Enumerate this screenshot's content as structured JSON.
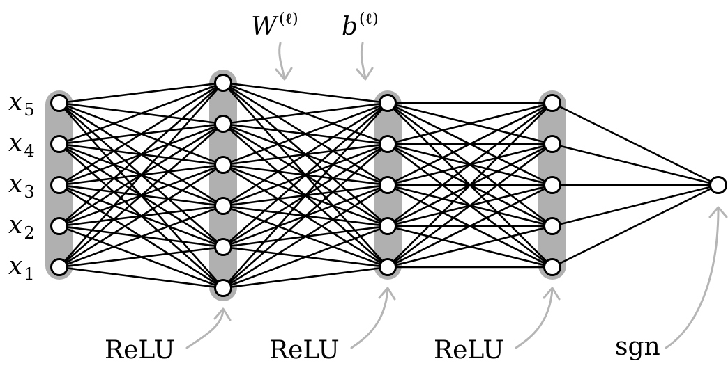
{
  "inputs": [
    {
      "var": "x",
      "index": "5"
    },
    {
      "var": "x",
      "index": "4"
    },
    {
      "var": "x",
      "index": "3"
    },
    {
      "var": "x",
      "index": "2"
    },
    {
      "var": "x",
      "index": "1"
    }
  ],
  "parameters": {
    "weight": {
      "symbol": "W",
      "superscript": "(ℓ)"
    },
    "bias": {
      "symbol": "b",
      "superscript": "(ℓ)"
    }
  },
  "activations": [
    "ReLU",
    "ReLU",
    "ReLU",
    "sgn"
  ],
  "layer_sizes": [
    5,
    6,
    5,
    5,
    1
  ],
  "colors": {
    "band": "#b0b0b0",
    "arrow": "#b5b5b5",
    "edge": "#000000",
    "node_fill": "#ffffff"
  }
}
